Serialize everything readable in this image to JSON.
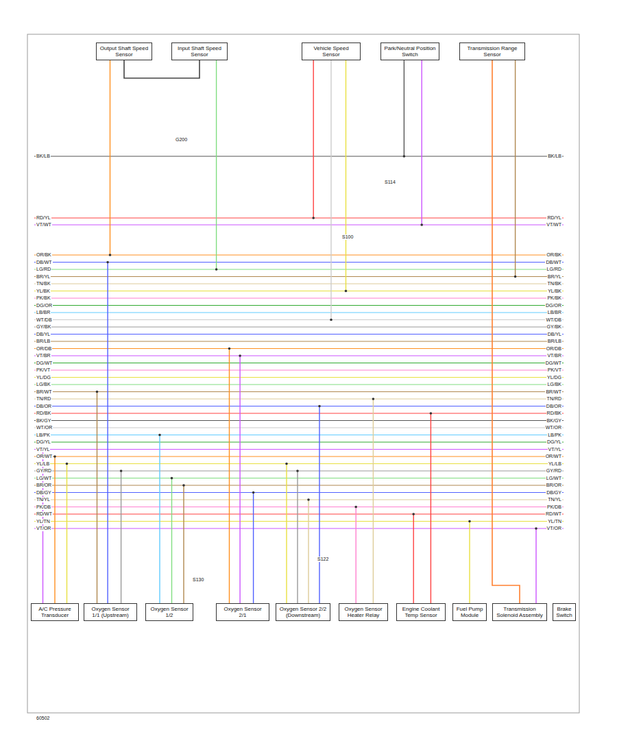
{
  "diagram": {
    "nodes": [
      {
        "text": [
          "Output Shaft Speed Sensor"
        ]
      },
      {
        "text": [
          "Input Shaft Speed Sensor"
        ]
      },
      {
        "text": [
          "Vehicle Speed Sensor"
        ]
      },
      {
        "text": [
          "Park/Neutral Position Switch"
        ]
      },
      {
        "text": [
          "Transmission Range Sensor"
        ]
      },
      {
        "text": [
          "A/C Pressure Transducer"
        ]
      },
      {
        "text": [
          "Oxygen Sensor 1/1 (Upstream)"
        ]
      },
      {
        "text": [
          "Oxygen Sensor 1/2"
        ]
      },
      {
        "text": [
          "Oxygen Sensor 2/1"
        ]
      },
      {
        "text": [
          "Oxygen Sensor 2/2 (Downstream)"
        ]
      },
      {
        "text": [
          "Oxygen Sensor Heater Relay"
        ]
      },
      {
        "text": [
          "Engine Coolant Temp Sensor"
        ]
      },
      {
        "text": [
          "Fuel Pump Module"
        ]
      },
      {
        "text": [
          "Transmission Solenoid Assembly"
        ]
      },
      {
        "text": [
          "Brake Switch"
        ]
      }
    ],
    "edges": [
      {
        "from": 0,
        "to": 1,
        "arrow": "none"
      },
      {
        "from": 4,
        "to": 13,
        "arrow": "none"
      }
    ],
    "labels": [
      "BK/LB",
      "RD/YL",
      "VT/WT",
      "OR/BK",
      "DB/WT",
      "LG/RD",
      "BR/YL",
      "TN/BK",
      "YL/BK",
      "PK/BK",
      "DG/OR",
      "LB/BR",
      "WT/DB",
      "GY/BK",
      "DB/YL",
      "BR/LB",
      "OR/DB",
      "VT/BR",
      "DG/WT",
      "PK/VT",
      "YL/DG",
      "LG/BK",
      "BR/WT",
      "TN/RD",
      "DB/OR",
      "RD/BK",
      "BK/GY",
      "WT/OR",
      "LB/PK",
      "DG/YL",
      "VT/YL",
      "OR/WT",
      "YL/LB",
      "GY/RD",
      "LG/WT",
      "BR/OR",
      "DB/GY",
      "TN/YL",
      "PK/DB",
      "RD/WT",
      "YL/TN",
      "VT/OR",
      "BK/LB",
      "RD/YL",
      "VT/WT",
      "OR/BK",
      "DB/WT",
      "LG/RD",
      "BR/YL",
      "TN/BK",
      "YL/BK",
      "PK/BK",
      "DG/OR",
      "LB/BR",
      "WT/DB",
      "GY/BK",
      "DB/YL",
      "BR/LB",
      "OR/DB",
      "VT/BR",
      "DG/WT",
      "PK/VT",
      "YL/DG",
      "LG/BK",
      "BR/WT",
      "TN/RD",
      "DB/OR",
      "RD/BK",
      "BK/GY",
      "WT/OR",
      "LB/PK",
      "DG/YL",
      "VT/YL",
      "OR/WT",
      "YL/LB",
      "GY/RD",
      "LG/WT",
      "BR/OR",
      "DB/GY",
      "TN/YL",
      "PK/DB",
      "RD/WT",
      "YL/TN",
      "VT/OR",
      "G200",
      "S114",
      "S100",
      "S122",
      "S130",
      "60502"
    ]
  }
}
